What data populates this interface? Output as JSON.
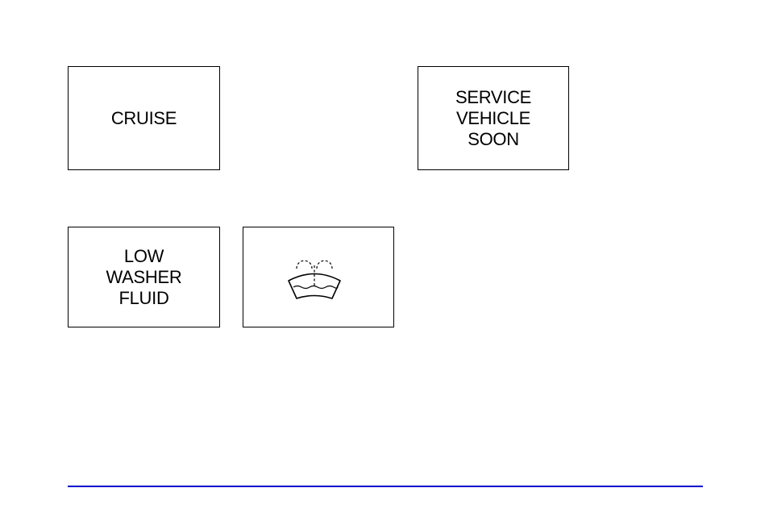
{
  "indicators": {
    "cruise": {
      "lines": [
        "CRUISE"
      ]
    },
    "service_vehicle_soon": {
      "lines": [
        "SERVICE",
        "VEHICLE",
        "SOON"
      ]
    },
    "low_washer_fluid": {
      "lines": [
        "LOW",
        "WASHER",
        "FLUID"
      ]
    },
    "washer_symbol": {
      "icon": "windshield-washer-fluid-icon"
    }
  },
  "colors": {
    "rule": "#0000cc",
    "border": "#000000",
    "text": "#000000"
  }
}
